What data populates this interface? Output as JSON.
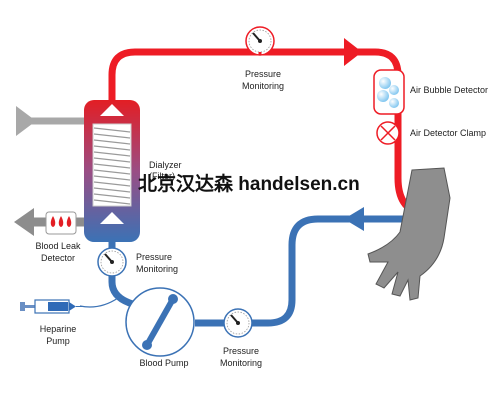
{
  "labels": {
    "pressure_top": [
      "Pressure",
      "Monitoring"
    ],
    "air_bubble": "Air Bubble Detector",
    "air_clamp": "Air Detector Clamp",
    "dialyzer": [
      "Dialyzer",
      "(Filter)"
    ],
    "blood_leak": [
      "Blood Leak",
      "Detector"
    ],
    "pressure_left": [
      "Pressure",
      "Monitoring"
    ],
    "heparine": [
      "Heparine",
      "Pump"
    ],
    "blood_pump": "Blood Pump",
    "pressure_bottom": [
      "Pressure",
      "Monitoring"
    ]
  },
  "watermark": "北京汉达森 handelsen.cn",
  "colors": {
    "arterial_red": "#ee1c25",
    "venous_blue": "#3b72b5",
    "gray_line": "#9a9a9a",
    "arm_gray": "#8e8e8e"
  },
  "icons": {
    "pressure_gauge": "pressure-gauge-icon",
    "air_bubble": "bubbles-icon",
    "clamp": "x-clamp-icon",
    "blood_drops": "blood-drops-icon",
    "syringe": "syringe-icon",
    "arm": "arm-icon"
  }
}
